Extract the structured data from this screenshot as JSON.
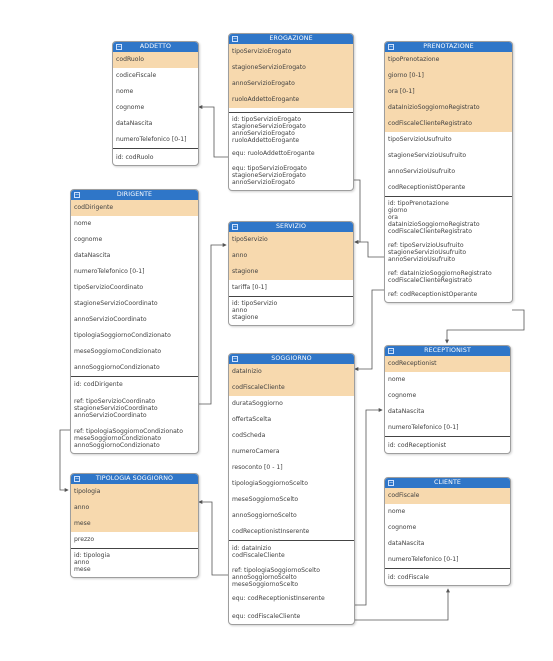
{
  "entities": {
    "addetto": {
      "title": "ADDETTO",
      "keys": [
        "codRuolo"
      ],
      "attrs": [
        "codiceFiscale",
        "nome",
        "cognome",
        "dataNascita",
        "numeroTelefonico [0-1]"
      ],
      "constraints": [
        "id: codRuolo"
      ]
    },
    "erogazione": {
      "title": "EROGAZIONE",
      "keys": [
        "tipoServizioErogato",
        "stagioneServizioErogato",
        "annoServizioErogato",
        "ruoloAddettoErogante"
      ],
      "attrs": [],
      "constraints": [
        "id: tipoServizioErogato\nstagioneServizioErogato\nannoServizioErogato\nruoloAddettoErogante",
        "equ: ruoloAddettoErogante",
        "equ: tipoServizioErogato\nstagioneServizioErogato\nannoServizioErogato"
      ]
    },
    "prenotazione": {
      "title": "PRENOTAZIONE",
      "keys": [
        "tipoPrenotazione",
        "giorno [0-1]",
        "ora [0-1]",
        "dataInizioSoggiornoRegistrato",
        "codFiscaleClienteRegistrato"
      ],
      "attrs": [
        "tipoServizioUsufruito",
        "stagioneServizioUsufruito",
        "annoServizioUsufruito",
        "codReceptionistOperante"
      ],
      "constraints": [
        "id: tipoPrenotazione\ngiorno\nora\ndataInizioSoggiornoRegistrato\ncodFiscaleClienteRegistrato",
        "ref: tipoServizioUsufruito\nstagioneServizioUsufruito\nannoServizioUsufruito",
        "ref: dataInizioSoggiornoRegistrato\ncodFiscaleClienteRegistrato",
        "ref: codReceptionistOperante"
      ]
    },
    "dirigente": {
      "title": "DIRIGENTE",
      "keys": [
        "codDirigente"
      ],
      "attrs": [
        "nome",
        "cognome",
        "dataNascita",
        "numeroTelefonico [0-1]",
        "tipoServizioCoordinato",
        "stagioneServizioCoordinato",
        "annoServizioCoordinato",
        "tipologiaSoggiornoCondizionato",
        "meseSoggiornoCondizionato",
        "annoSoggiornoCondizionato"
      ],
      "constraints": [
        "id: codDirigente",
        "ref: tipoServizioCoordinato\nstagioneServizioCoordinato\nannoServizioCoordinato",
        "ref: tipologiaSoggiornoCondizionato\nmeseSoggiornoCondizionato\nannoSoggiornoCondizionato"
      ]
    },
    "servizio": {
      "title": "SERVIZIO",
      "keys": [
        "tipoServizio",
        "anno",
        "stagione"
      ],
      "attrs": [
        "tariffa [0-1]"
      ],
      "constraints": [
        "id: tipoServizio\nanno\nstagione"
      ]
    },
    "receptionist": {
      "title": "RECEPTIONIST",
      "keys": [
        "codReceptionist"
      ],
      "attrs": [
        "nome",
        "cognome",
        "dataNascita",
        "numeroTelefonico [0-1]"
      ],
      "constraints": [
        "id: codReceptionist"
      ]
    },
    "soggiorno": {
      "title": "SOGGIORNO",
      "keys": [
        "dataInizio",
        "codFiscaleCliente"
      ],
      "attrs": [
        "durataSoggiorno",
        "offertaScelta",
        "codScheda",
        "numeroCamera",
        "resoconto [0 - 1]",
        "tipologiaSoggiornoScelto",
        "meseSoggiornoScelto",
        "annoSoggiornoScelto",
        "codReceptionistInserente"
      ],
      "constraints": [
        "id: dataInizio\ncodFiscaleCliente",
        "ref: tipologiaSoggiornoScelto\nannoSoggiornoScelto\nmeseSoggiornoScelto",
        "equ: codReceptionistInserente",
        "equ: codFiscaleCliente"
      ]
    },
    "cliente": {
      "title": "CLIENTE",
      "keys": [
        "codFiscale"
      ],
      "attrs": [
        "nome",
        "cognome",
        "dataNascita",
        "numeroTelefonico [0-1]"
      ],
      "constraints": [
        "id: codFiscale"
      ]
    },
    "tipologia_soggiorno": {
      "title": "TIPOLOGIA SOGGIORNO",
      "keys": [
        "tipologia",
        "anno",
        "mese"
      ],
      "attrs": [
        "prezzo"
      ],
      "constraints": [
        "id: tipologia\nanno\nmese"
      ]
    }
  },
  "colors": {
    "header": "#2f76c8",
    "key_fill": "#f7d9ae",
    "line": "#555555"
  }
}
